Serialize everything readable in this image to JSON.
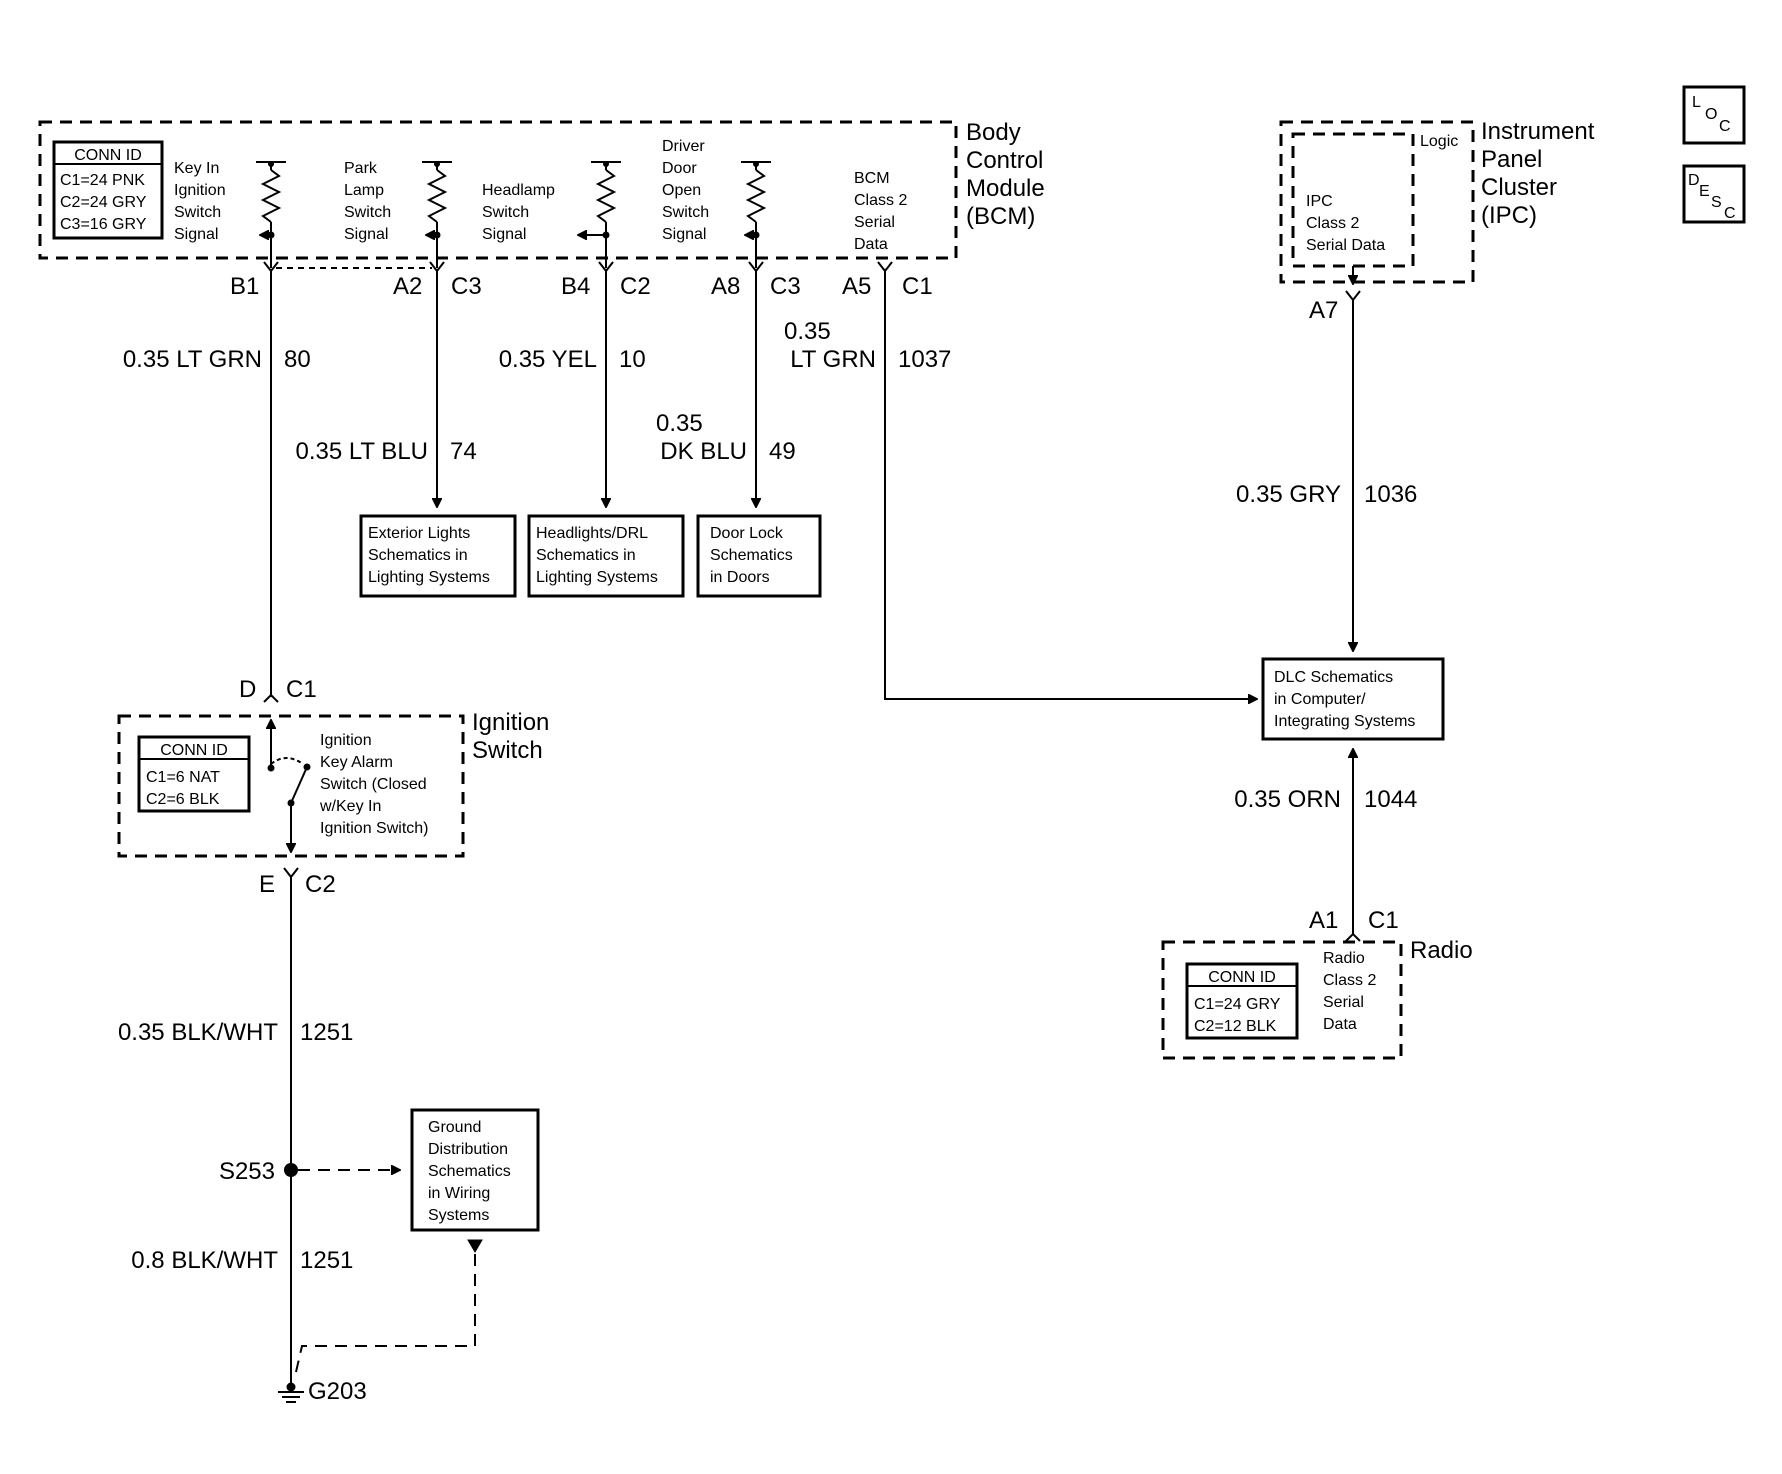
{
  "bcm": {
    "title": [
      "Body",
      "Control",
      "Module",
      "(BCM)"
    ],
    "conn_id_title": "CONN ID",
    "conn_id_rows": [
      "C1=24 PNK",
      "C2=24 GRY",
      "C3=16 GRY"
    ],
    "signals": {
      "key_in": [
        "Key In",
        "Ignition",
        "Switch",
        "Signal"
      ],
      "park": [
        "Park",
        "Lamp",
        "Switch",
        "Signal"
      ],
      "headlamp": [
        "Headlamp",
        "Switch",
        "Signal"
      ],
      "door": [
        "Driver",
        "Door",
        "Open",
        "Switch",
        "Signal"
      ],
      "class2": [
        "BCM",
        "Class 2",
        "Serial",
        "Data"
      ]
    },
    "pins": {
      "b1": "B1",
      "a2": "A2",
      "c3a": "C3",
      "b4": "B4",
      "c2": "C2",
      "a8": "A8",
      "c3b": "C3",
      "a5": "A5",
      "c1": "C1"
    }
  },
  "ipc": {
    "title": [
      "Instrument",
      "Panel",
      "Cluster",
      "(IPC)"
    ],
    "logic": "Logic",
    "signal": [
      "IPC",
      "Class 2",
      "Serial Data"
    ],
    "pin": "A7"
  },
  "side_icons": {
    "loc": [
      "L",
      "O",
      "C"
    ],
    "desc": [
      "D",
      "E",
      "S",
      "C"
    ]
  },
  "wires": {
    "w80": {
      "gauge": "0.35 LT GRN",
      "circuit": "80"
    },
    "w74": {
      "gauge": "0.35 LT BLU",
      "circuit": "74"
    },
    "w10": {
      "gauge": "0.35 YEL",
      "circuit": "10"
    },
    "w49": {
      "gauge": [
        "0.35",
        "DK BLU"
      ],
      "circuit": "49"
    },
    "w1037": {
      "gauge": [
        "0.35",
        "LT GRN"
      ],
      "circuit": "1037"
    },
    "w1036": {
      "gauge": "0.35 GRY",
      "circuit": "1036"
    },
    "w1044": {
      "gauge": "0.35 ORN",
      "circuit": "1044"
    },
    "w1251a": {
      "gauge": "0.35 BLK/WHT",
      "circuit": "1251"
    },
    "w1251b": {
      "gauge": "0.8 BLK/WHT",
      "circuit": "1251"
    }
  },
  "refs": {
    "exterior": [
      "Exterior Lights",
      "Schematics in",
      "Lighting Systems"
    ],
    "headlights": [
      "Headlights/DRL",
      "Schematics in",
      "Lighting Systems"
    ],
    "doorlock": [
      "Door Lock",
      "Schematics",
      "in Doors"
    ],
    "dlc": [
      "DLC Schematics",
      "in Computer/",
      "Integrating Systems"
    ],
    "ground": [
      "Ground",
      "Distribution",
      "Schematics",
      "in Wiring",
      "Systems"
    ]
  },
  "ignition": {
    "title": [
      "Ignition",
      "Switch"
    ],
    "conn_id_title": "CONN ID",
    "conn_id_rows": [
      "C1=6 NAT",
      "C2=6 BLK"
    ],
    "switch_desc": [
      "Ignition",
      "Key Alarm",
      "Switch (Closed",
      "w/Key In",
      "Ignition Switch)"
    ],
    "pins": {
      "d": "D",
      "c1": "C1",
      "e": "E",
      "c2": "C2"
    }
  },
  "radio": {
    "title": "Radio",
    "conn_id_title": "CONN ID",
    "conn_id_rows": [
      "C1=24 GRY",
      "C2=12 BLK"
    ],
    "signal": [
      "Radio",
      "Class 2",
      "Serial",
      "Data"
    ],
    "pins": {
      "a1": "A1",
      "c1": "C1"
    }
  },
  "splice": "S253",
  "ground_point": "G203"
}
